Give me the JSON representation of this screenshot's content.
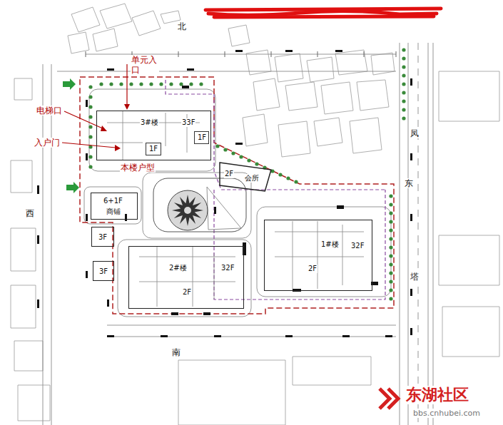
{
  "diagram": {
    "nodes": [
      {
        "text": [
          "3#楼",
          "33F"
        ]
      },
      {
        "text": [
          "1F"
        ],
        "in": 0
      },
      {
        "text": [
          "1F"
        ],
        "in": 0
      },
      {
        "text": [
          "2F",
          "会所"
        ]
      },
      {
        "text": [
          "6+1F",
          "商铺"
        ]
      },
      {
        "text": [
          "3F"
        ]
      },
      {
        "text": [
          "1#楼",
          "32F",
          "2F"
        ]
      },
      {
        "text": [
          "3F"
        ]
      },
      {
        "text": [
          "2#楼",
          "32F",
          "2F"
        ]
      }
    ],
    "labels": [
      "北",
      "单元入口",
      "电梯口",
      "入户门",
      "本楼户型",
      "西",
      "东",
      "南",
      "凤",
      "塔",
      "东湖社区",
      "bbs.cnhubei.com"
    ]
  }
}
